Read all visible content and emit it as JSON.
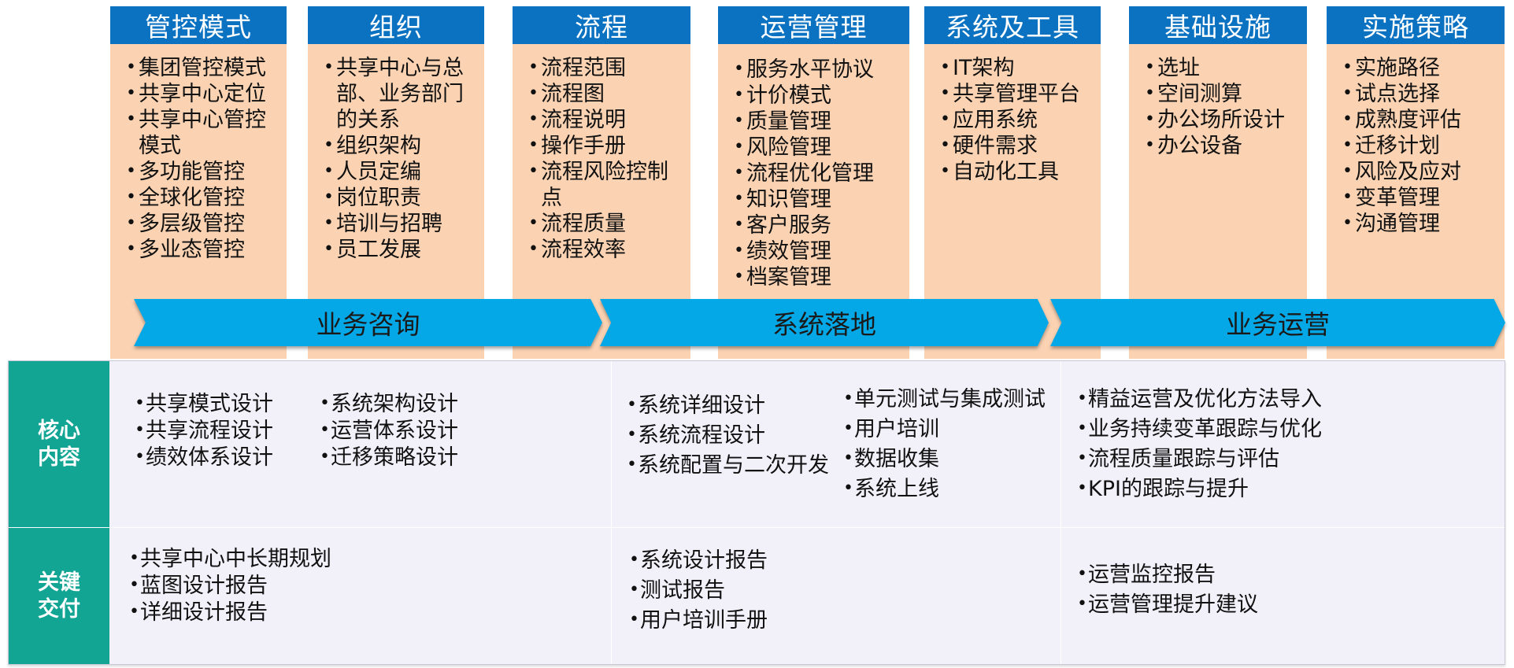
{
  "columns": [
    {
      "title": "管控模式",
      "items": [
        "集团管控模式",
        "共享中心定位",
        "共享中心管控模式",
        "多功能管控",
        "全球化管控",
        "多层级管控",
        "多业态管控"
      ]
    },
    {
      "title": "组织",
      "items": [
        "共享中心与总部、业务部门的关系",
        "组织架构",
        "人员定编",
        "岗位职责",
        "培训与招聘",
        "员工发展"
      ]
    },
    {
      "title": "流程",
      "items": [
        "流程范围",
        "流程图",
        "流程说明",
        "操作手册",
        "流程风险控制点",
        "流程质量",
        "流程效率"
      ]
    },
    {
      "title": "运营管理",
      "items": [
        "服务水平协议",
        "计价模式",
        "质量管理",
        "风险管理",
        "流程优化管理",
        "知识管理",
        "客户服务",
        "绩效管理",
        "档案管理"
      ]
    },
    {
      "title": "系统及工具",
      "items": [
        "IT架构",
        "共享管理平台",
        "应用系统",
        "硬件需求",
        "自动化工具"
      ]
    },
    {
      "title": "基础设施",
      "items": [
        "选址",
        "空间测算",
        "办公场所设计",
        "办公设备"
      ]
    },
    {
      "title": "实施策略",
      "items": [
        "实施路径",
        "试点选择",
        "成熟度评估",
        "迁移计划",
        "风险及应对",
        "变革管理",
        "沟通管理"
      ]
    }
  ],
  "phases": [
    "业务咨询",
    "系统落地",
    "业务运营"
  ],
  "core": {
    "label": "核心内容",
    "consulting_a": [
      "共享模式设计",
      "共享流程设计",
      "绩效体系设计"
    ],
    "consulting_b": [
      "系统架构设计",
      "运营体系设计",
      "迁移策略设计"
    ],
    "landing_a": [
      "系统详细设计",
      "系统流程设计",
      "系统配置与二次开发"
    ],
    "landing_b": [
      "单元测试与集成测试",
      "用户培训",
      "数据收集",
      "系统上线"
    ],
    "operation": [
      "精益运营及优化方法导入",
      "业务持续变革跟踪与优化",
      "流程质量跟踪与评估",
      "KPI的跟踪与提升"
    ]
  },
  "deliverables": {
    "label": "关键交付",
    "consulting": [
      "共享中心中长期规划",
      "蓝图设计报告",
      "详细设计报告"
    ],
    "landing": [
      "系统设计报告",
      "测试报告",
      "用户培训手册"
    ],
    "operation": [
      "运营监控报告",
      "运营管理提升建议"
    ]
  },
  "colors": {
    "header": "#0b72c2",
    "column_bg": "#fbd3b3",
    "arrow": "#05a8e6",
    "row_label": "#12a594",
    "table_bg": "#f2f1fa"
  }
}
